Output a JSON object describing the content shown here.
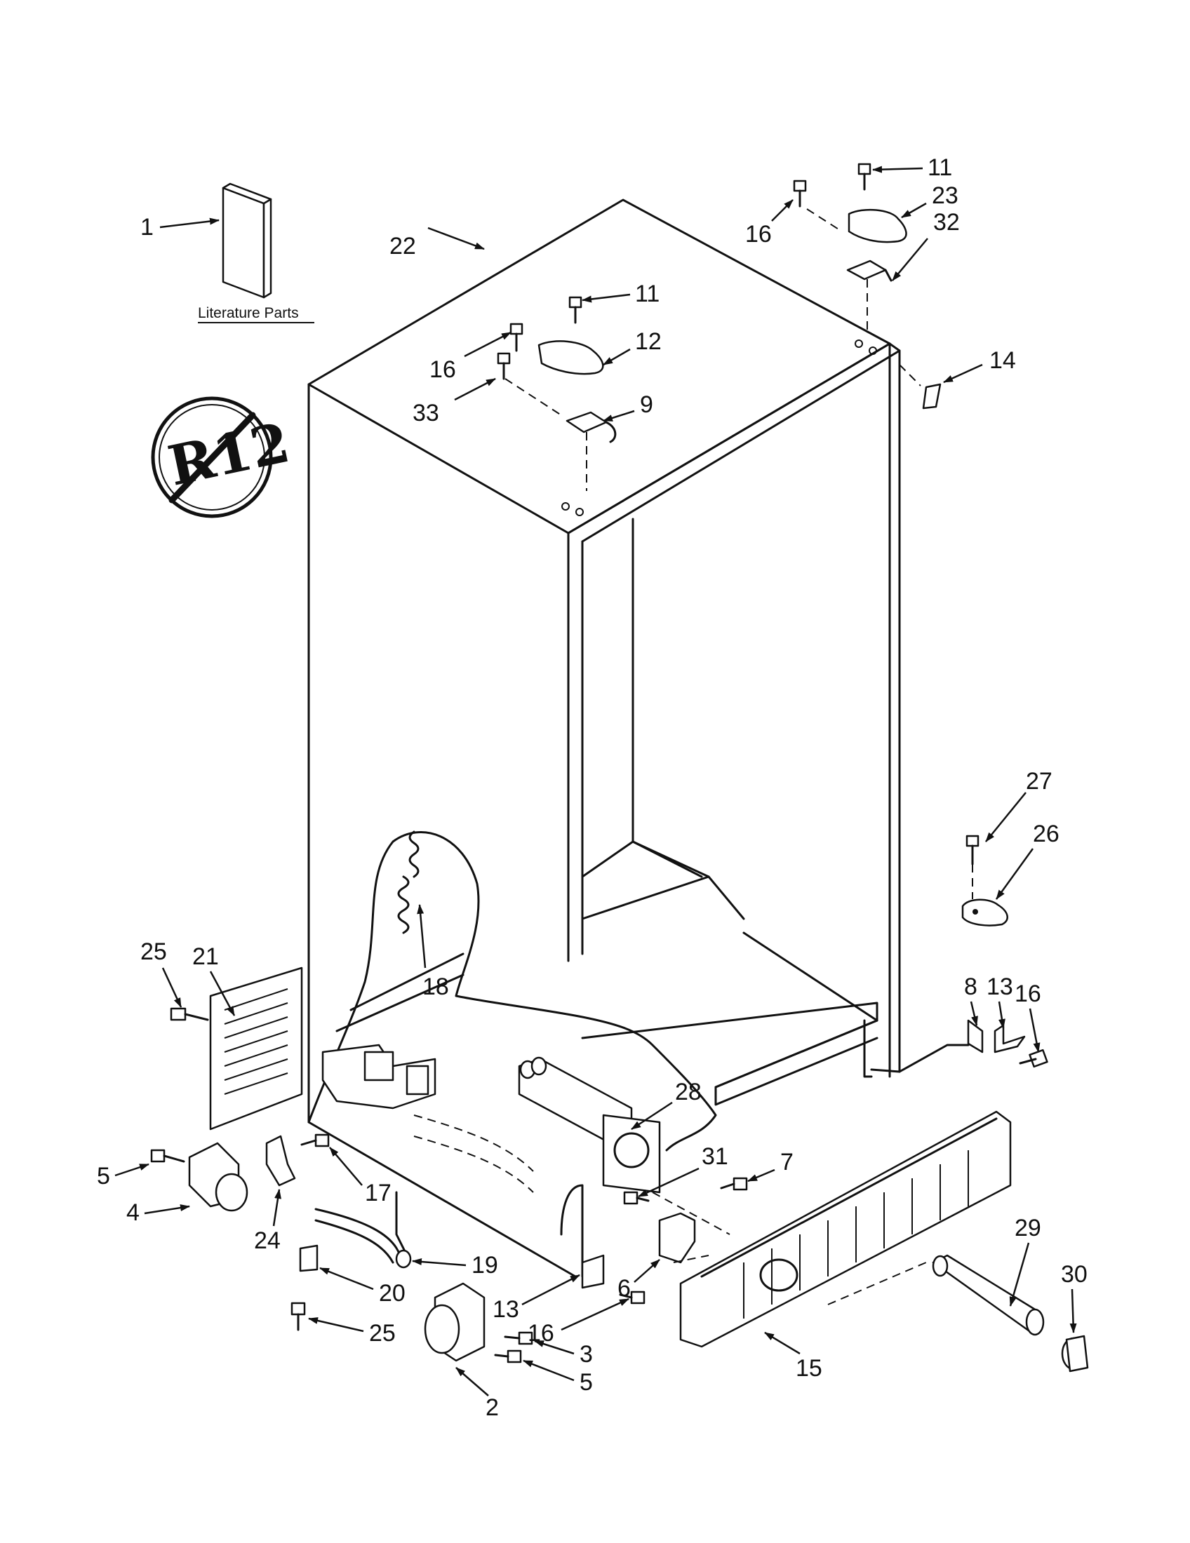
{
  "literature_caption": "Literature Parts",
  "symbol_text": "R12",
  "callouts": [
    {
      "id": "c1",
      "text": "1"
    },
    {
      "id": "c22",
      "text": "22"
    },
    {
      "id": "c11a",
      "text": "11"
    },
    {
      "id": "c11b",
      "text": "11"
    },
    {
      "id": "c23",
      "text": "23"
    },
    {
      "id": "c16a",
      "text": "16"
    },
    {
      "id": "c32",
      "text": "32"
    },
    {
      "id": "c16b",
      "text": "16"
    },
    {
      "id": "c12",
      "text": "12"
    },
    {
      "id": "c33",
      "text": "33"
    },
    {
      "id": "c9",
      "text": "9"
    },
    {
      "id": "c14",
      "text": "14"
    },
    {
      "id": "c27",
      "text": "27"
    },
    {
      "id": "c26",
      "text": "26"
    },
    {
      "id": "c25a",
      "text": "25"
    },
    {
      "id": "c21",
      "text": "21"
    },
    {
      "id": "c18",
      "text": "18"
    },
    {
      "id": "c8",
      "text": "8"
    },
    {
      "id": "c13a",
      "text": "13"
    },
    {
      "id": "c16c",
      "text": "16"
    },
    {
      "id": "c28",
      "text": "28"
    },
    {
      "id": "c5a",
      "text": "5"
    },
    {
      "id": "c4",
      "text": "4"
    },
    {
      "id": "c17",
      "text": "17"
    },
    {
      "id": "c31",
      "text": "31"
    },
    {
      "id": "c7",
      "text": "7"
    },
    {
      "id": "c24",
      "text": "24"
    },
    {
      "id": "c19",
      "text": "19"
    },
    {
      "id": "c20",
      "text": "20"
    },
    {
      "id": "c6",
      "text": "6"
    },
    {
      "id": "c13b",
      "text": "13"
    },
    {
      "id": "c29",
      "text": "29"
    },
    {
      "id": "c30",
      "text": "30"
    },
    {
      "id": "c25b",
      "text": "25"
    },
    {
      "id": "c16d",
      "text": "16"
    },
    {
      "id": "c3",
      "text": "3"
    },
    {
      "id": "c5b",
      "text": "5"
    },
    {
      "id": "c15",
      "text": "15"
    },
    {
      "id": "c2",
      "text": "2"
    }
  ]
}
